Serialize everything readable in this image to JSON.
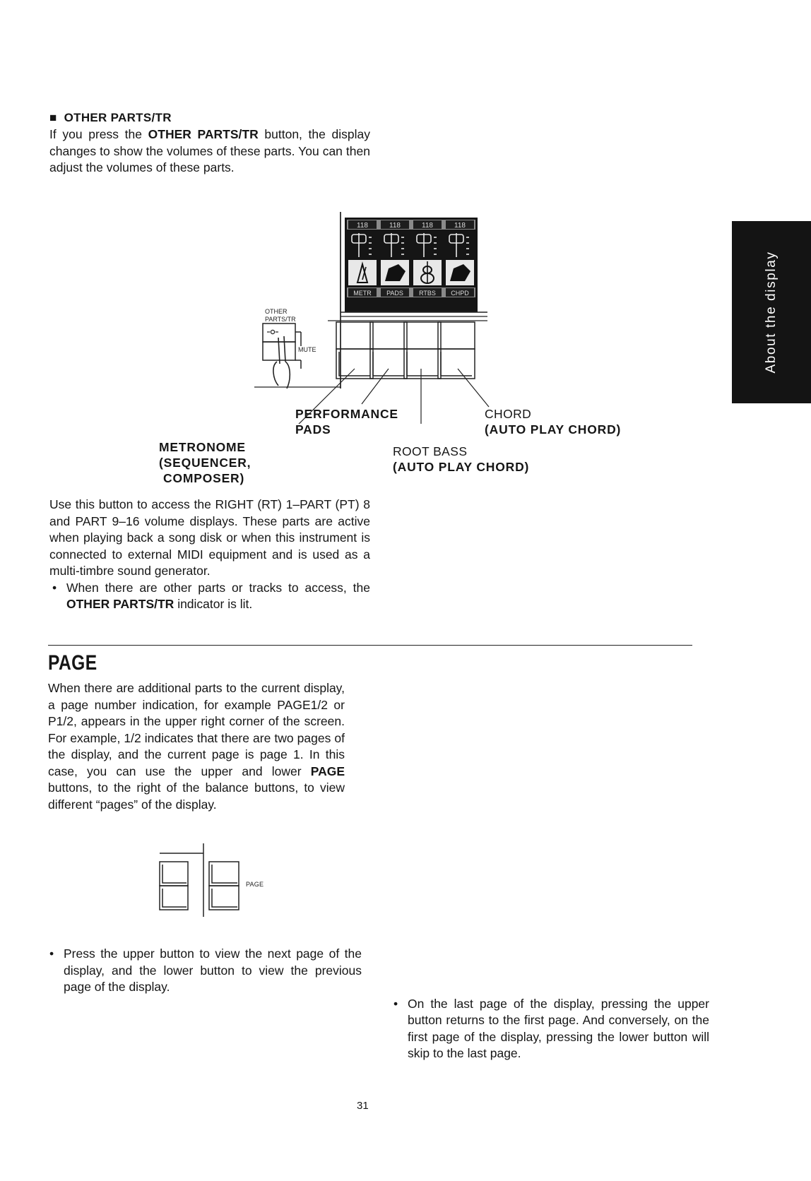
{
  "side_tab": {
    "label": "About the display"
  },
  "other_parts": {
    "heading": "OTHER PARTS/TR",
    "intro_before": "If you press the ",
    "intro_button": "OTHER PARTS/TR",
    "intro_after": " button, the display changes to show the volumes of these parts. You can then adjust the volumes of these parts.",
    "usage": "Use this button to access the RIGHT (RT) 1–PART (PT) 8 and PART 9–16 volume displays. These parts are active when playing back a song disk or when this instrument is connected to external MIDI equipment and is used as a multi-timbre sound generator.",
    "indicator_before": "When there are other parts or tracks to access, the ",
    "indicator_button": "OTHER PARTS/TR",
    "indicator_after": " indicator is lit."
  },
  "diagram": {
    "button_label_line1": "OTHER",
    "button_label_line2": "PARTS/TR",
    "mute_label": "MUTE",
    "volume_values": [
      "118",
      "118",
      "118",
      "118"
    ],
    "part_tabs": [
      "METR",
      "PADS",
      "RTBS",
      "CHPD"
    ],
    "callouts": {
      "performance_pads_line1": "PERFORMANCE",
      "performance_pads_line2": "PADS",
      "metronome_line1": "METRONOME",
      "metronome_line2": "(SEQUENCER,",
      "metronome_line3": "COMPOSER)",
      "root_bass_line1": "ROOT BASS",
      "root_bass_line2": "(AUTO PLAY CHORD)",
      "chord_line1": "CHORD",
      "chord_line2": "(AUTO PLAY CHORD)"
    },
    "page_buttons_label": "PAGE"
  },
  "page_section": {
    "title": "PAGE",
    "body_before": "When there are additional parts to the current display, a page number indication, for example PAGE1/2 or P1/2, appears in the upper right corner of the screen. For example, 1/2 indicates that there are two pages of the display, and the current page is page 1. In this case, you can use the upper and lower ",
    "body_button": "PAGE",
    "body_after": " buttons, to the right of the balance buttons, to view different “pages” of the display.",
    "bullet_left": "Press the upper button to view the next page of the display, and the lower button to view the previous page of the display.",
    "bullet_right": "On the last page of the display, pressing the upper button returns to the first page. And conversely, on the first page of the display, pressing the lower button will skip to the last page."
  },
  "page_number": "31"
}
